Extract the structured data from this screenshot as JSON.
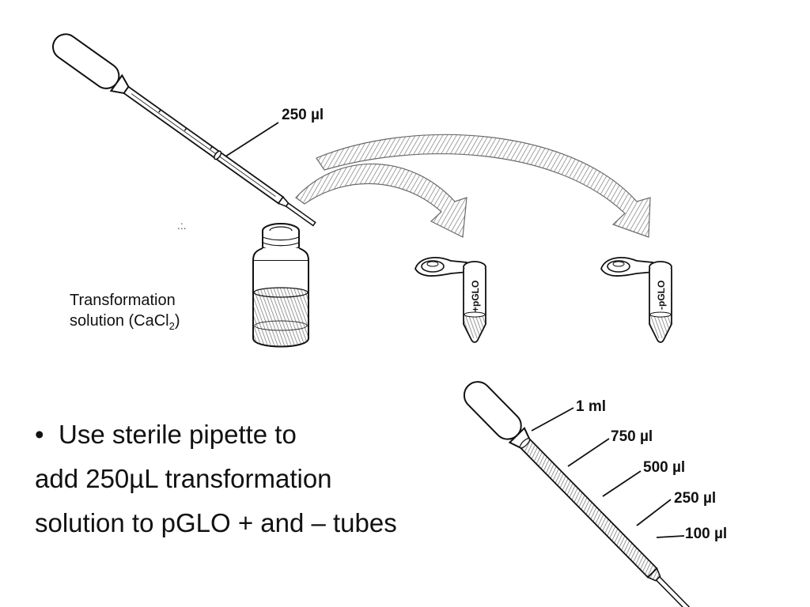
{
  "pipette_top": {
    "label": "250 µl"
  },
  "vial": {
    "caption_line1": "Transformation",
    "caption_line2_prefix": "solution (CaCl",
    "caption_sub": "2",
    "caption_suffix": ")"
  },
  "tubes": [
    {
      "label": "+pGLO"
    },
    {
      "label": "-pGLO"
    }
  ],
  "pipette_bottom": {
    "graduations": [
      "1 ml",
      "750 µl",
      "500 µl",
      "250 µl",
      "100 µl"
    ]
  },
  "instruction": {
    "bullet": "•",
    "line1": "Use sterile pipette to",
    "line2": "add 250µL transformation",
    "line3": "solution to pGLO + and – tubes"
  },
  "colors": {
    "ink": "#111111",
    "hatch": "#9a9a9a"
  }
}
